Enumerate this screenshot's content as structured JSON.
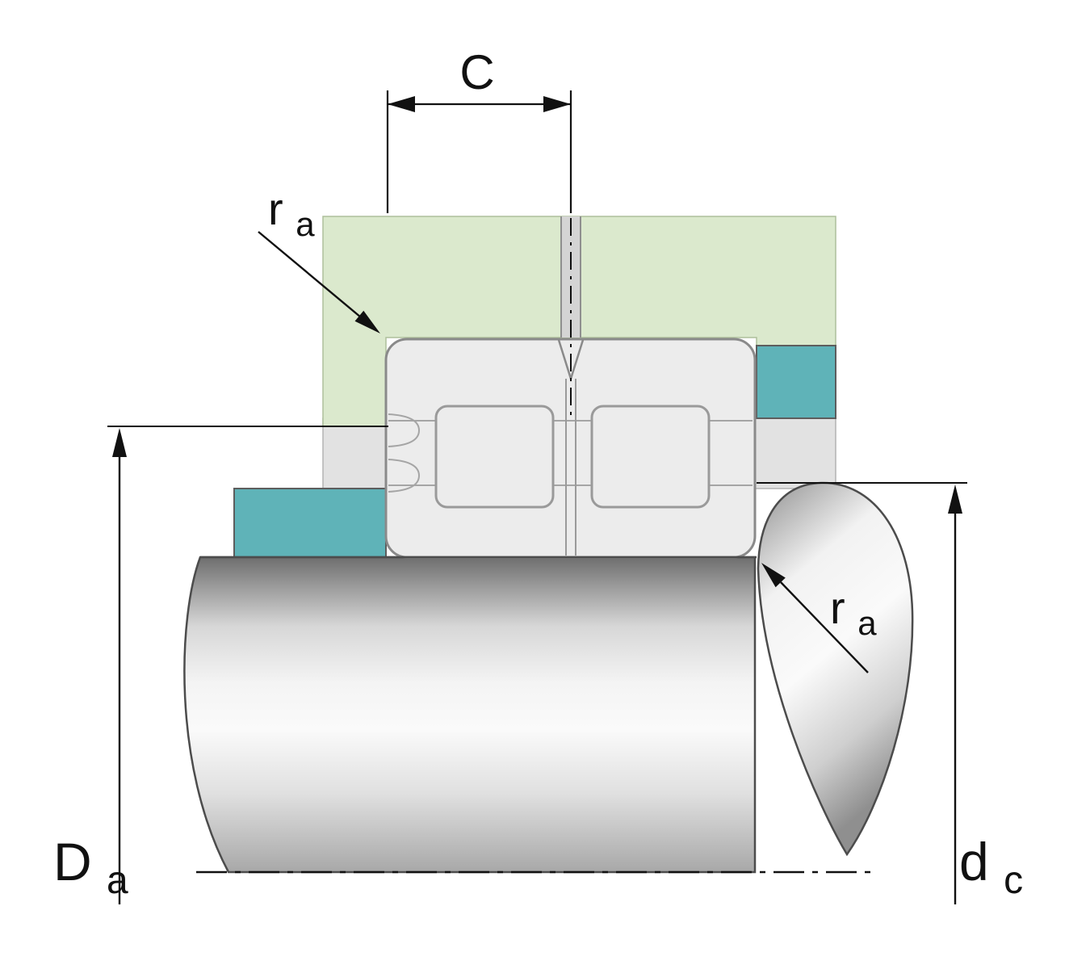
{
  "diagram": {
    "name": "Cylindrical roller bearing mounting cross-section with abutment dimensions",
    "labels": {
      "width": {
        "main": "C"
      },
      "fillet_top": {
        "main": "r",
        "sub": "a"
      },
      "fillet_shaft": {
        "main": "r",
        "sub": "a"
      },
      "housing_abutment": {
        "main": "D",
        "sub": "a"
      },
      "shaft_abutment": {
        "main": "d",
        "sub": "c"
      }
    },
    "colors": {
      "housing": "#dbe9cd",
      "spacer": "#5fb3b8",
      "bearing_fill": "#ececec",
      "band": "#e2e2e2",
      "line": "#111111"
    }
  }
}
